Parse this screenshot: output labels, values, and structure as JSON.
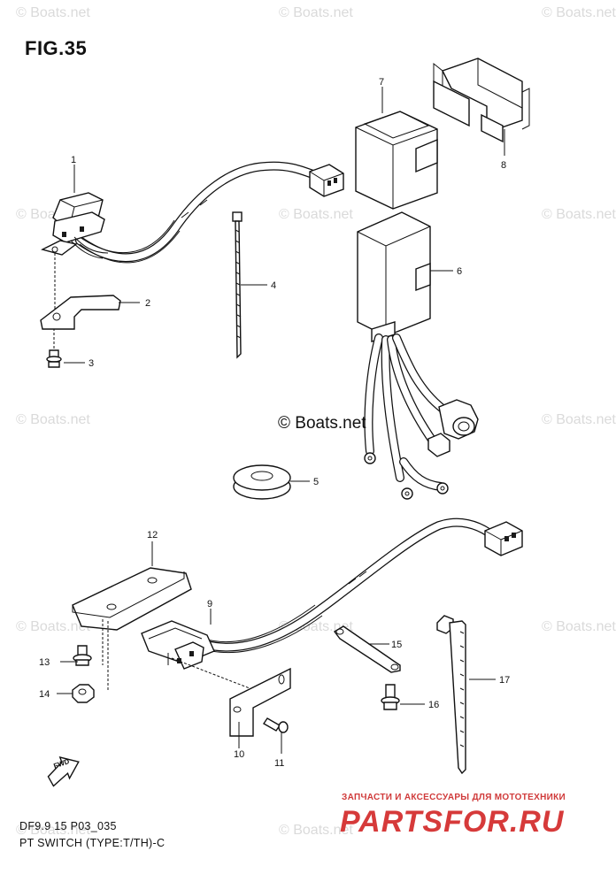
{
  "figure": {
    "title": "FIG.35",
    "code": "DF9.9 15 P03_035",
    "subtitle": "PT SWITCH (TYPE:T/TH)-C"
  },
  "watermark": {
    "text": "© Boats.net",
    "center_text": "© Boats.net"
  },
  "branding": {
    "top_line": "ЗАПЧАСТИ И АКСЕССУАРЫ ДЛЯ МОТОТЕХНИКИ",
    "logo": "PARTSFOR.RU",
    "color": "#d63a3a"
  },
  "parts": [
    {
      "number": "1"
    },
    {
      "number": "2"
    },
    {
      "number": "3"
    },
    {
      "number": "4"
    },
    {
      "number": "5"
    },
    {
      "number": "6"
    },
    {
      "number": "7"
    },
    {
      "number": "8"
    },
    {
      "number": "9"
    },
    {
      "number": "10"
    },
    {
      "number": "11"
    },
    {
      "number": "12"
    },
    {
      "number": "13"
    },
    {
      "number": "14"
    },
    {
      "number": "15"
    },
    {
      "number": "16"
    },
    {
      "number": "17"
    }
  ],
  "fwd_arrow": "FWD"
}
